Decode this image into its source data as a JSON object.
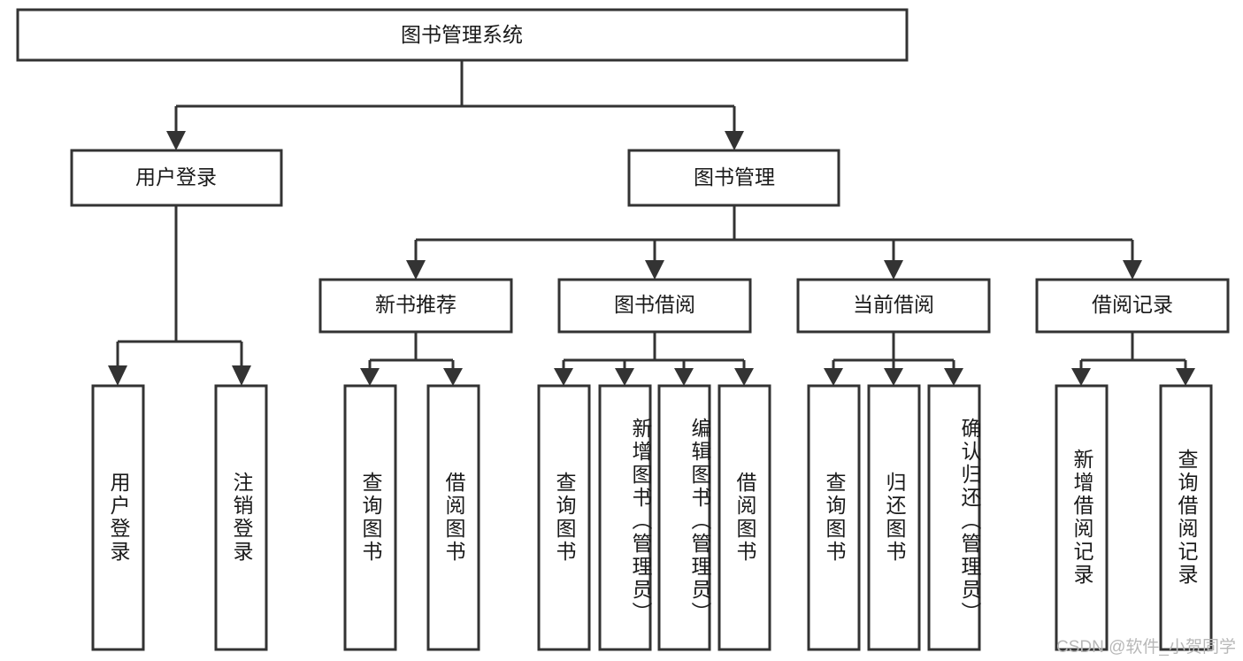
{
  "diagram": {
    "type": "tree-hierarchy",
    "title_node": {
      "label": "图书管理系统",
      "orientation": "horizontal"
    },
    "level2": [
      {
        "id": "user-login",
        "label": "用户登录",
        "orientation": "horizontal"
      },
      {
        "id": "book-management",
        "label": "图书管理",
        "orientation": "horizontal"
      }
    ],
    "level3": [
      {
        "id": "new-book-recommend",
        "label": "新书推荐",
        "orientation": "horizontal",
        "parent": "book-management"
      },
      {
        "id": "book-borrow",
        "label": "图书借阅",
        "orientation": "horizontal",
        "parent": "book-management"
      },
      {
        "id": "current-borrow",
        "label": "当前借阅",
        "orientation": "horizontal",
        "parent": "book-management"
      },
      {
        "id": "borrow-record",
        "label": "借阅记录",
        "orientation": "horizontal",
        "parent": "book-management"
      }
    ],
    "leaves": [
      {
        "id": "leaf-user-login",
        "label": "用户登录",
        "parent": "user-login"
      },
      {
        "id": "leaf-user-logout",
        "label": "注销登录",
        "parent": "user-login"
      },
      {
        "id": "leaf-query-book-1",
        "label": "查询图书",
        "parent": "new-book-recommend"
      },
      {
        "id": "leaf-borrow-book-1",
        "label": "借阅图书",
        "parent": "new-book-recommend"
      },
      {
        "id": "leaf-query-book-2",
        "label": "查询图书",
        "parent": "book-borrow"
      },
      {
        "id": "leaf-add-book",
        "label": "新增图书（管理员）",
        "parent": "book-borrow"
      },
      {
        "id": "leaf-edit-book",
        "label": "编辑图书（管理员）",
        "parent": "book-borrow"
      },
      {
        "id": "leaf-borrow-book-2",
        "label": "借阅图书",
        "parent": "book-borrow"
      },
      {
        "id": "leaf-query-book-3",
        "label": "查询图书",
        "parent": "current-borrow"
      },
      {
        "id": "leaf-return-book",
        "label": "归还图书",
        "parent": "current-borrow"
      },
      {
        "id": "leaf-confirm-return",
        "label": "确认归还（管理员）",
        "parent": "current-borrow"
      },
      {
        "id": "leaf-add-record",
        "label": "新增借阅记录",
        "parent": "borrow-record"
      },
      {
        "id": "leaf-query-record",
        "label": "查询借阅记录",
        "parent": "borrow-record"
      }
    ],
    "watermark": "CSDN @软件_小贺同学",
    "colors": {
      "box_stroke": "#333333",
      "box_fill": "#ffffff",
      "text": "#1a1a1a",
      "background": "#ffffff",
      "watermark": "#b8b8b8"
    }
  }
}
